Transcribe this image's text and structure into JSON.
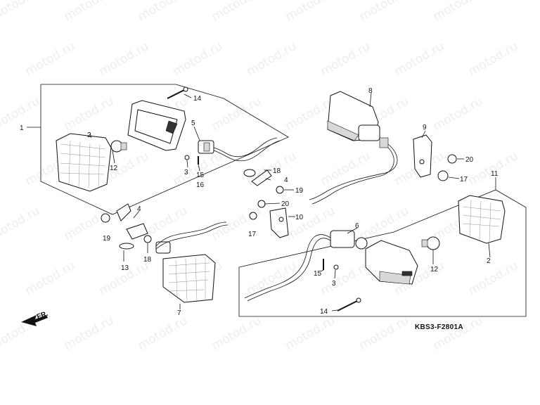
{
  "watermark": "motod.ru",
  "diagram_code": "KBS3-F2801A",
  "front_label": "FR.",
  "callouts": {
    "c1": "1",
    "c2a": "2",
    "c12a": "12",
    "c14a": "14",
    "c5": "5",
    "c3a": "3",
    "c15a": "15",
    "c16": "16",
    "c8": "8",
    "c9": "9",
    "c20a": "20",
    "c17a": "17",
    "c11": "11",
    "c18a": "18",
    "c4a": "4",
    "c19a": "19",
    "c20b": "20",
    "c17b": "17",
    "c10": "10",
    "c4b": "4",
    "c19b": "19",
    "c13": "13",
    "c18b": "18",
    "c7": "7",
    "c6": "6",
    "c15b": "15",
    "c3b": "3",
    "c14b": "14",
    "c12b": "12",
    "c2b": "2"
  }
}
